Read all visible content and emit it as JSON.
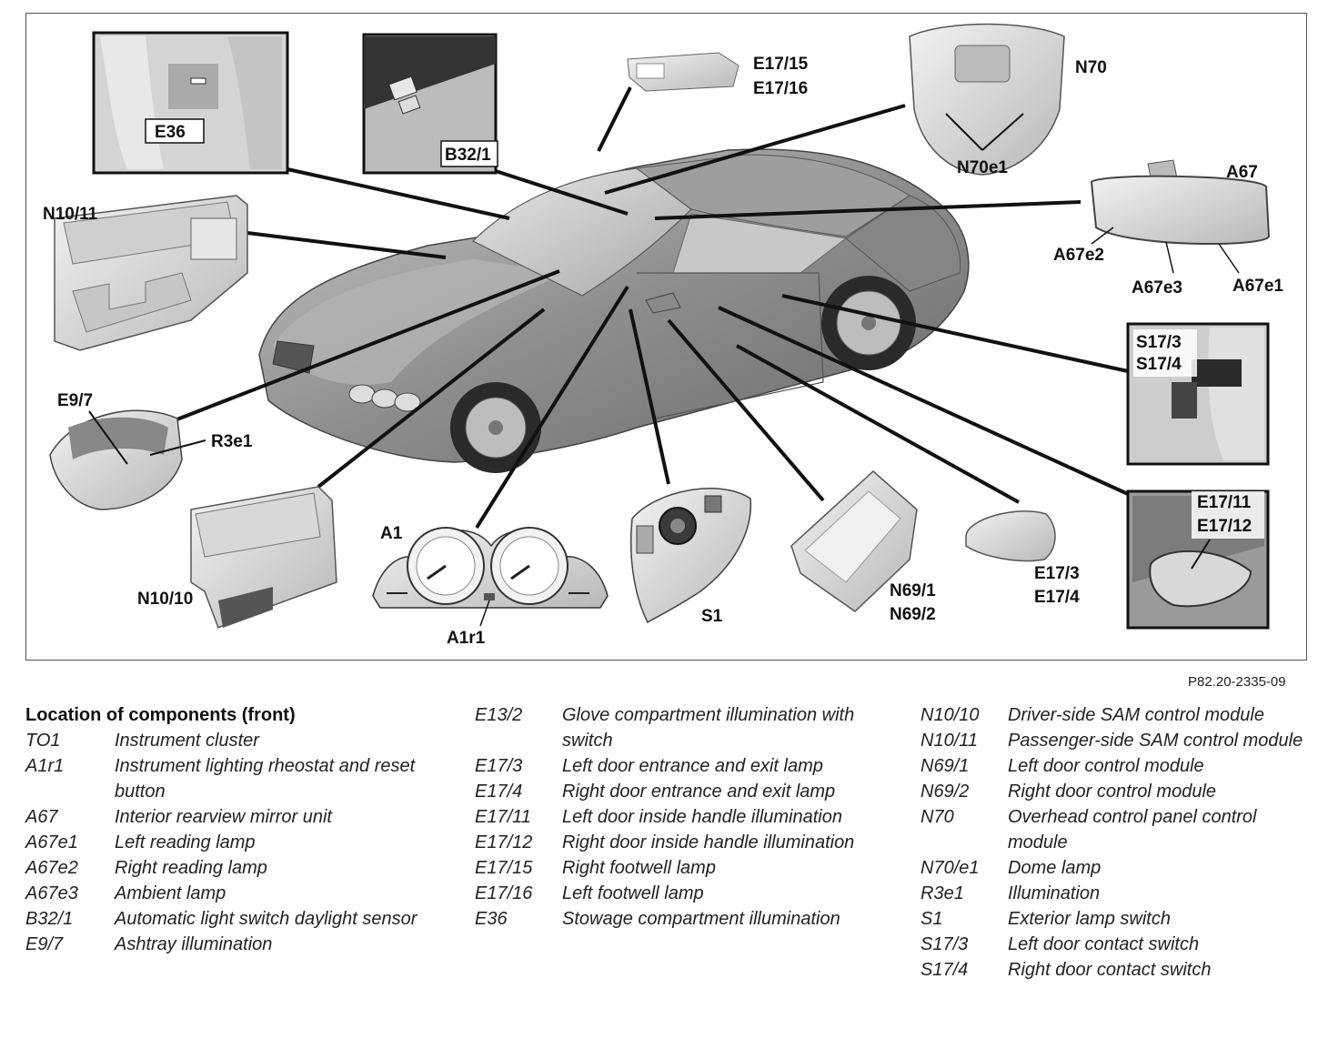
{
  "diagram": {
    "labels": {
      "E36": "E36",
      "B32_1": "B32/1",
      "E17_15": "E17/15",
      "E17_16": "E17/16",
      "N70": "N70",
      "N70e1": "N70e1",
      "A67": "A67",
      "A67e2": "A67e2",
      "A67e3": "A67e3",
      "A67e1": "A67e1",
      "N10_11": "N10/11",
      "S17_3": "S17/3",
      "S17_4": "S17/4",
      "E9_7": "E9/7",
      "R3e1": "R3e1",
      "E17_11": "E17/11",
      "E17_12": "E17/12",
      "A1": "A1",
      "N10_10": "N10/10",
      "A1r1": "A1r1",
      "S1": "S1",
      "N69_1": "N69/1",
      "N69_2": "N69/2",
      "E17_3": "E17/3",
      "E17_4": "E17/4"
    },
    "reference": "P82.20-2335-09"
  },
  "legend": {
    "title": "Location of components (front)",
    "col1": [
      {
        "code": "TO1",
        "desc": "Instrument cluster"
      },
      {
        "code": "A1r1",
        "desc": "Instrument lighting rheostat and reset button"
      },
      {
        "code": "A67",
        "desc": "Interior rearview mirror unit"
      },
      {
        "code": "A67e1",
        "desc": "Left reading lamp"
      },
      {
        "code": "A67e2",
        "desc": "Right reading lamp"
      },
      {
        "code": "A67e3",
        "desc": "Ambient lamp"
      },
      {
        "code": "B32/1",
        "desc": "Automatic light switch daylight sensor"
      },
      {
        "code": "E9/7",
        "desc": "Ashtray illumination"
      }
    ],
    "col2": [
      {
        "code": "E13/2",
        "desc": "Glove compartment illumination with switch"
      },
      {
        "code": "E17/3",
        "desc": "Left door entrance and exit lamp"
      },
      {
        "code": "E17/4",
        "desc": "Right door entrance and exit lamp"
      },
      {
        "code": "E17/11",
        "desc": "Left door inside handle illumination"
      },
      {
        "code": "E17/12",
        "desc": "Right door inside handle illumination"
      },
      {
        "code": "E17/15",
        "desc": "Right footwell lamp"
      },
      {
        "code": "E17/16",
        "desc": "Left footwell lamp"
      },
      {
        "code": "E36",
        "desc": "Stowage compartment illumination"
      }
    ],
    "col3": [
      {
        "code": "N10/10",
        "desc": "Driver-side SAM control module"
      },
      {
        "code": "N10/11",
        "desc": "Passenger-side SAM control module"
      },
      {
        "code": "N69/1",
        "desc": "Left door control module"
      },
      {
        "code": "N69/2",
        "desc": "Right door control module"
      },
      {
        "code": "N70",
        "desc": "Overhead control panel control module"
      },
      {
        "code": "N70/e1",
        "desc": "Dome lamp"
      },
      {
        "code": "R3e1",
        "desc": "Illumination"
      },
      {
        "code": "S1",
        "desc": "Exterior lamp switch"
      },
      {
        "code": "S17/3",
        "desc": "Left door contact switch"
      },
      {
        "code": "S17/4",
        "desc": "Right door contact switch"
      }
    ]
  }
}
